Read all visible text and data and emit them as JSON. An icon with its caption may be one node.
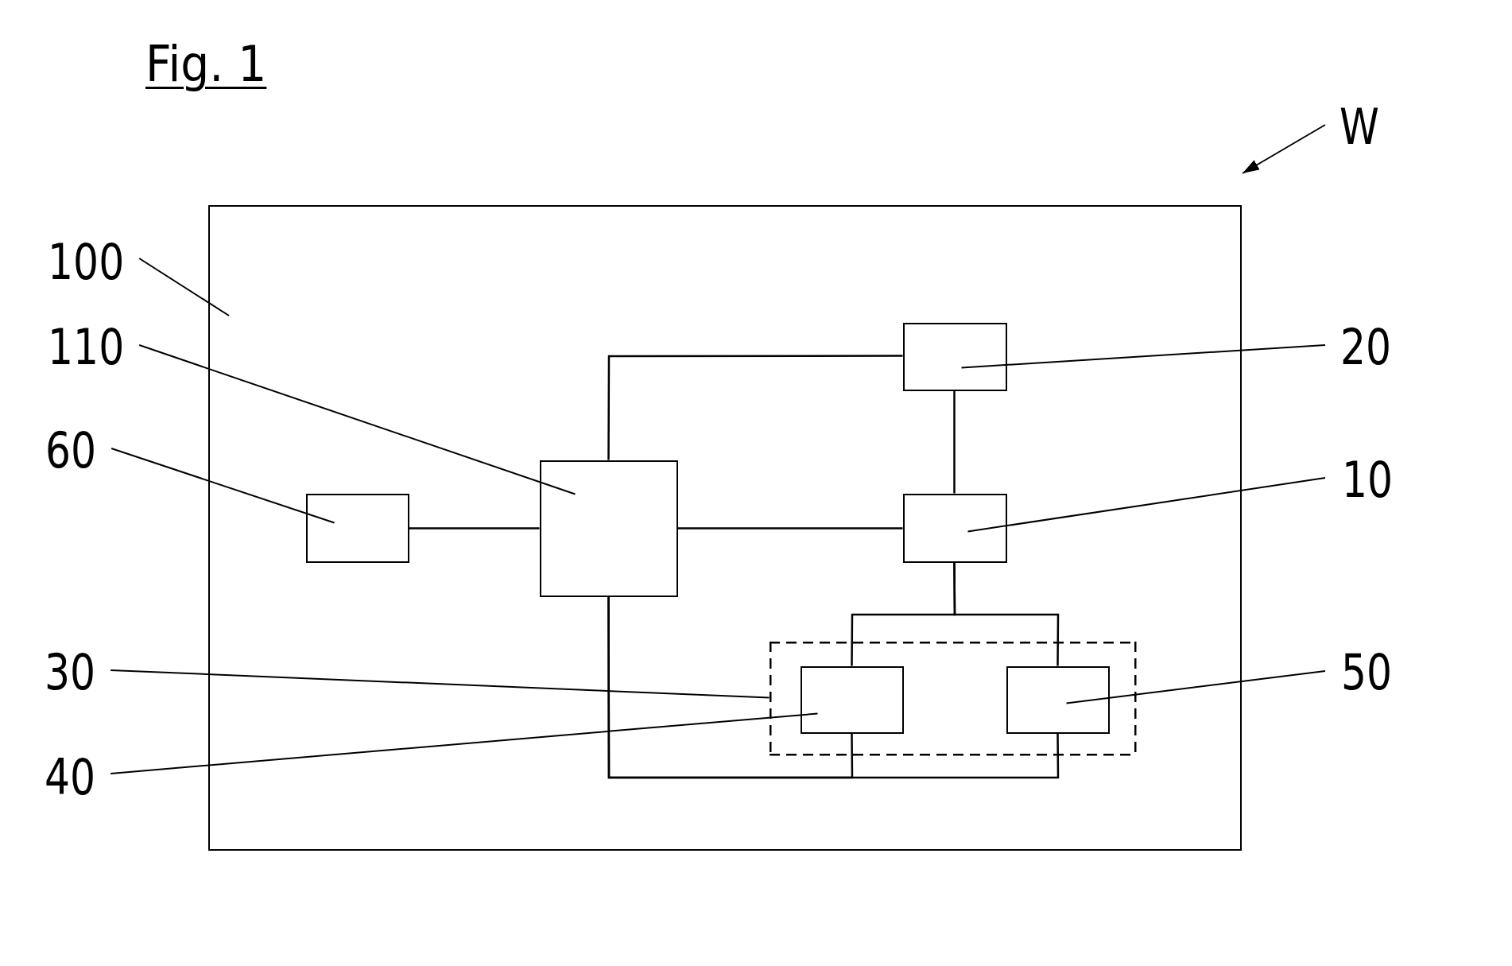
{
  "diagram": {
    "title": "Fig. 1",
    "nodes": [
      {
        "text": [],
        "shape": "box"
      },
      {
        "text": [],
        "shape": "box",
        "in": 0
      },
      {
        "text": [],
        "shape": "box",
        "in": 0
      },
      {
        "text": [],
        "shape": "box",
        "in": 0
      },
      {
        "text": [],
        "shape": "box",
        "in": 0
      },
      {
        "text": [],
        "shape": "box",
        "in": 0
      },
      {
        "text": [],
        "shape": "box",
        "in": 5
      },
      {
        "text": [],
        "shape": "box",
        "in": 5
      },
      {
        "text": [
          "W"
        ]
      },
      {
        "text": [
          "100"
        ]
      },
      {
        "text": [
          "110"
        ]
      },
      {
        "text": [
          "20"
        ]
      },
      {
        "text": [
          "60"
        ]
      },
      {
        "text": [
          "10"
        ]
      },
      {
        "text": [
          "30"
        ]
      },
      {
        "text": [
          "50"
        ]
      },
      {
        "text": [
          "40"
        ]
      }
    ],
    "edges": [
      {
        "from": 1,
        "to": 2,
        "arrow": "none"
      },
      {
        "from": 2,
        "to": 4,
        "arrow": "none"
      },
      {
        "from": 2,
        "to": 3,
        "arrow": "none"
      },
      {
        "from": 3,
        "to": 4,
        "arrow": "none"
      },
      {
        "from": 4,
        "to": 6,
        "arrow": "none"
      },
      {
        "from": 4,
        "to": 7,
        "arrow": "none"
      },
      {
        "from": 2,
        "to": 6,
        "arrow": "none"
      },
      {
        "from": 2,
        "to": 7,
        "arrow": "none"
      },
      {
        "from": 8,
        "to": 0,
        "arrow": "to"
      },
      {
        "from": 9,
        "to": 0,
        "arrow": "none"
      },
      {
        "from": 10,
        "to": 2,
        "arrow": "none"
      },
      {
        "from": 11,
        "to": 3,
        "arrow": "none"
      },
      {
        "from": 12,
        "to": 1,
        "arrow": "none"
      },
      {
        "from": 13,
        "to": 4,
        "arrow": "none"
      },
      {
        "from": 14,
        "to": 5,
        "arrow": "none"
      },
      {
        "from": 15,
        "to": 7,
        "arrow": "none"
      },
      {
        "from": 16,
        "to": 6,
        "arrow": "none"
      }
    ]
  }
}
